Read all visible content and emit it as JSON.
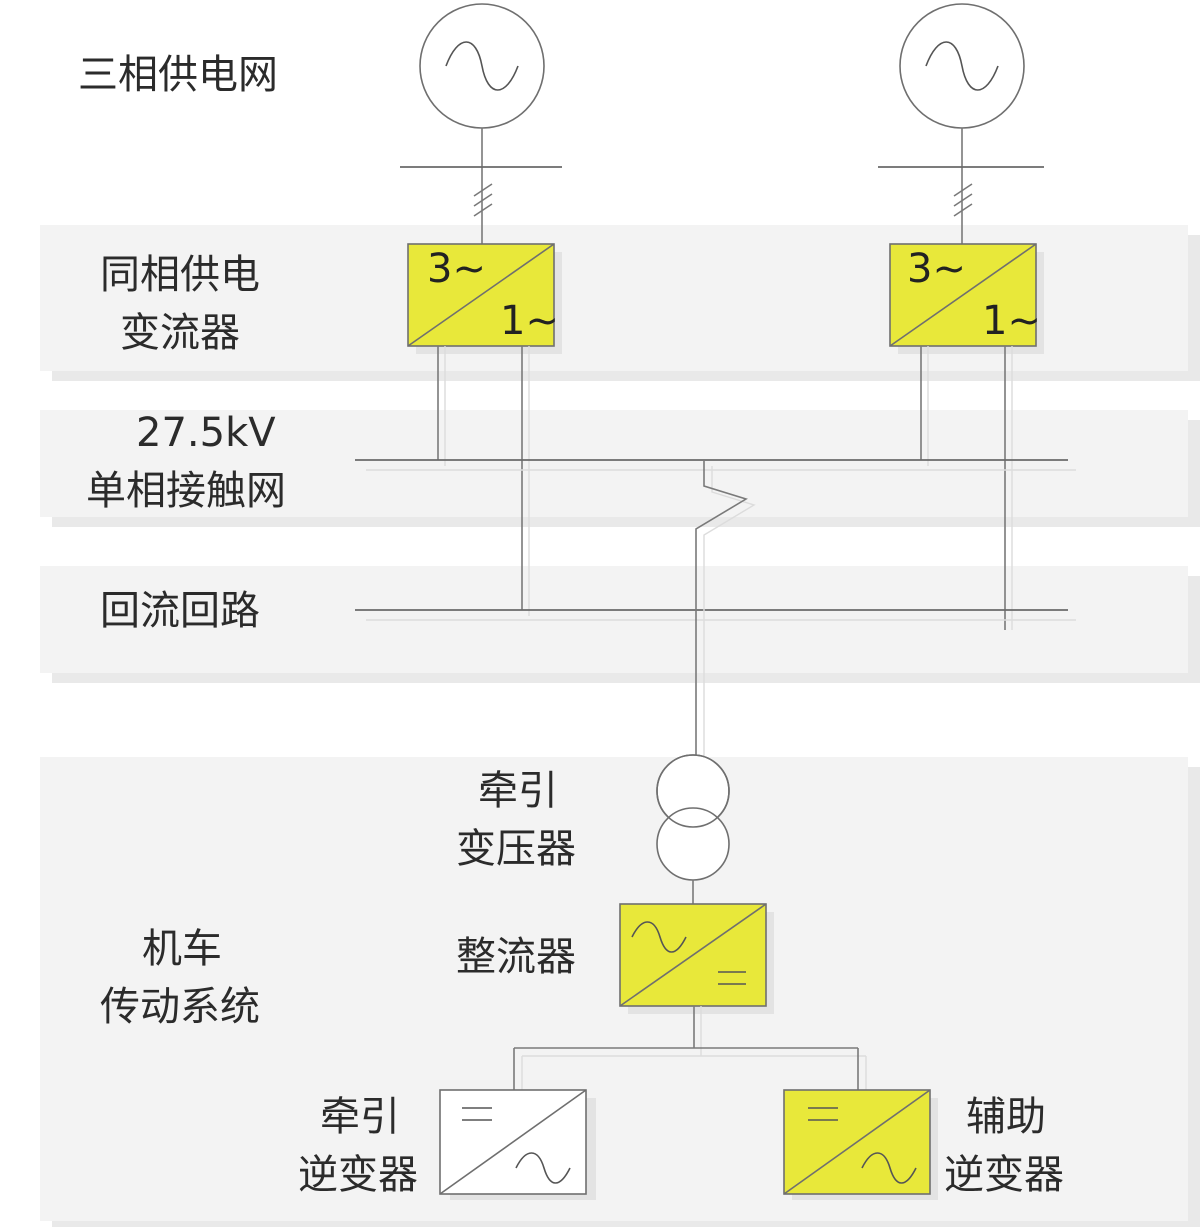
{
  "labels": {
    "grid": "三相供电网",
    "converter_line1": "同相供电",
    "converter_line2": "变流器",
    "voltage": "27.5kV",
    "catenary": "单相接触网",
    "return_circuit": "回流回路",
    "traction_transformer_line1": "牵引",
    "traction_transformer_line2": "变压器",
    "rectifier": "整流器",
    "locomotive_line1": "机车",
    "locomotive_line2": "传动系统",
    "traction_inverter_line1": "牵引",
    "traction_inverter_line2": "逆变器",
    "aux_inverter_line1": "辅助",
    "aux_inverter_line2": "逆变器"
  },
  "converters": {
    "left_top": "3~",
    "left_bottom": "1~",
    "right_top": "3~",
    "right_bottom": "1~"
  },
  "colors": {
    "converter_fill": "#e8e83a",
    "band_fill": "#f3f3f3",
    "line": "#7a7a7a"
  }
}
